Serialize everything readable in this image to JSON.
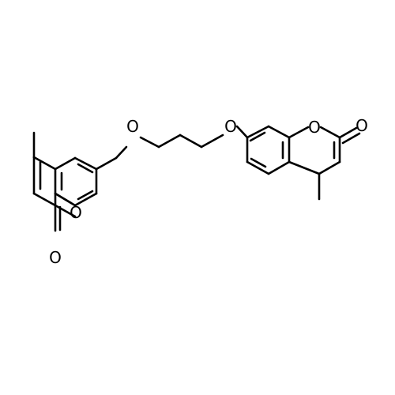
{
  "molecule": {
    "atom_labels": {
      "oxygen_ether_left": "O",
      "oxygen_ether_right": "O",
      "oxygen_ring_left": "O",
      "oxygen_carbonyl_left": "O",
      "oxygen_ring_right": "O",
      "oxygen_carbonyl_right": "O"
    },
    "colors": {
      "bond": "#000000",
      "label": "#000000",
      "background": "#ffffff"
    }
  }
}
